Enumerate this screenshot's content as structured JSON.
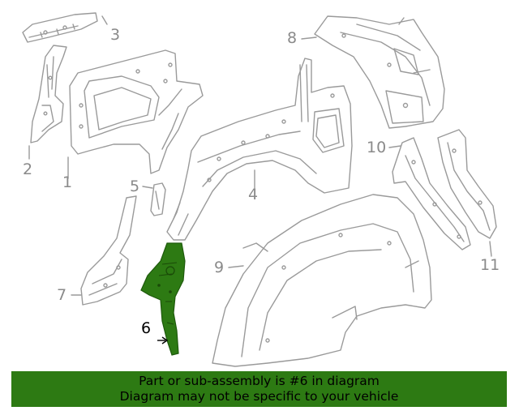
{
  "diagram": {
    "callouts": {
      "c1": "1",
      "c2": "2",
      "c3": "3",
      "c4": "4",
      "c5": "5",
      "c6": "6",
      "c7": "7",
      "c8": "8",
      "c9": "9",
      "c10": "10",
      "c11": "11"
    },
    "highlighted_part": "6",
    "colors": {
      "line": "#9a9a9a",
      "highlight": "#2d7a13",
      "callout_active": "#000000"
    }
  },
  "banner": {
    "line1": "Part or sub-assembly is #6 in diagram",
    "line2": "Diagram may not be specific to your vehicle",
    "background": "#2d7a13"
  }
}
